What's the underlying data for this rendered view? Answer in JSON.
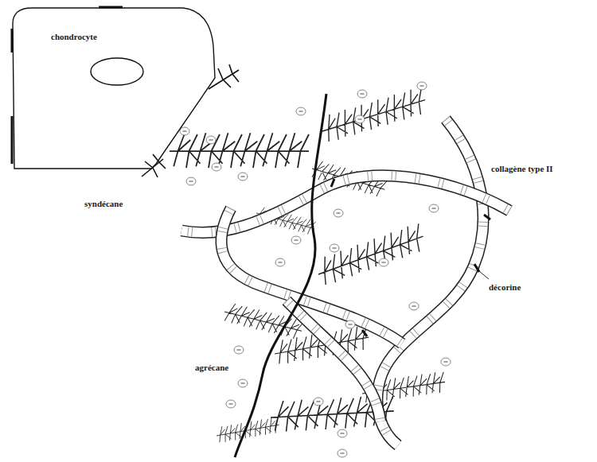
{
  "diagram": {
    "nodes": [
      {
        "text": [
          "chondrocyte"
        ]
      }
    ],
    "labels": [
      "collagène type II",
      "syndécane",
      "décorine",
      "agrécane"
    ]
  }
}
